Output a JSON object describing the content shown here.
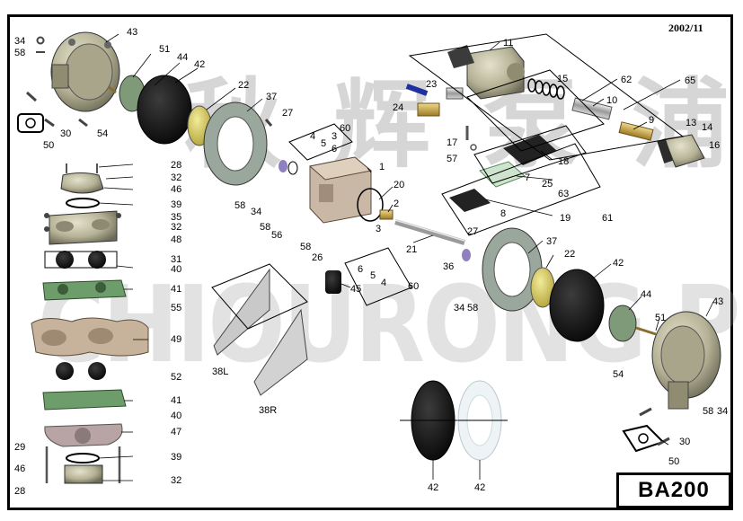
{
  "header": {
    "date": "2002/11"
  },
  "footer": {
    "model": "BA200"
  },
  "watermark": {
    "chinese": "秋辉泵浦",
    "english": "CHIOURONG PUMPS"
  },
  "colors": {
    "metal": "#b8b49a",
    "dark": "#1a1a1a",
    "green": "#5e8a5a",
    "gasket": "#6a9a6a",
    "frame": "#000000"
  },
  "labels": {
    "l34a": "34",
    "l58a": "58",
    "l43a": "43",
    "l51a": "51",
    "l44a": "44",
    "l42a": "42",
    "l30a": "30",
    "l50a": "50",
    "l54a": "54",
    "l22a": "22",
    "l37a": "37",
    "l27a": "27",
    "l60a": "60",
    "l4a": "4",
    "l3a": "3",
    "l5a": "5",
    "l6a": "6",
    "l11": "11",
    "l23": "23",
    "l24": "24",
    "l15": "15",
    "l62": "62",
    "l65": "65",
    "l10": "10",
    "l9": "9",
    "l13": "13",
    "l14": "14",
    "l16": "16",
    "l17": "17",
    "l57": "57",
    "l18": "18",
    "l7": "7",
    "l25": "25",
    "l63": "63",
    "l8": "8",
    "l19": "19",
    "l61": "61",
    "l28a": "28",
    "l32a": "32",
    "l46a": "46",
    "l39a": "39",
    "l35": "35",
    "l32b": "32",
    "l48": "48",
    "l31": "31",
    "l40a": "40",
    "l41a": "41",
    "l55": "55",
    "l49": "49",
    "l52": "52",
    "l41b": "41",
    "l40b": "40",
    "l47": "47",
    "l29": "29",
    "l46b": "46",
    "l28b": "28",
    "l39b": "39",
    "l32c": "32",
    "l1": "1",
    "l20": "20",
    "l2": "2",
    "l3b": "3",
    "l21": "21",
    "l58b": "58",
    "l34b": "34",
    "l58c": "58",
    "l56": "56",
    "l27b": "27",
    "l36": "36",
    "l37b": "37",
    "l22b": "22",
    "l42b": "42",
    "l34c": "34",
    "l58d": "58",
    "l44b": "44",
    "l51b": "51",
    "l43b": "43",
    "l54b": "54",
    "l58e": "58",
    "l34d": "34",
    "l30b": "30",
    "l50b": "50",
    "l58f": "58",
    "l26": "26",
    "l45": "45",
    "l6b": "6",
    "l5b": "5",
    "l4b": "4",
    "l60b": "60",
    "l38L": "38L",
    "l38R": "38R",
    "l42c": "42",
    "l42d": "42"
  }
}
